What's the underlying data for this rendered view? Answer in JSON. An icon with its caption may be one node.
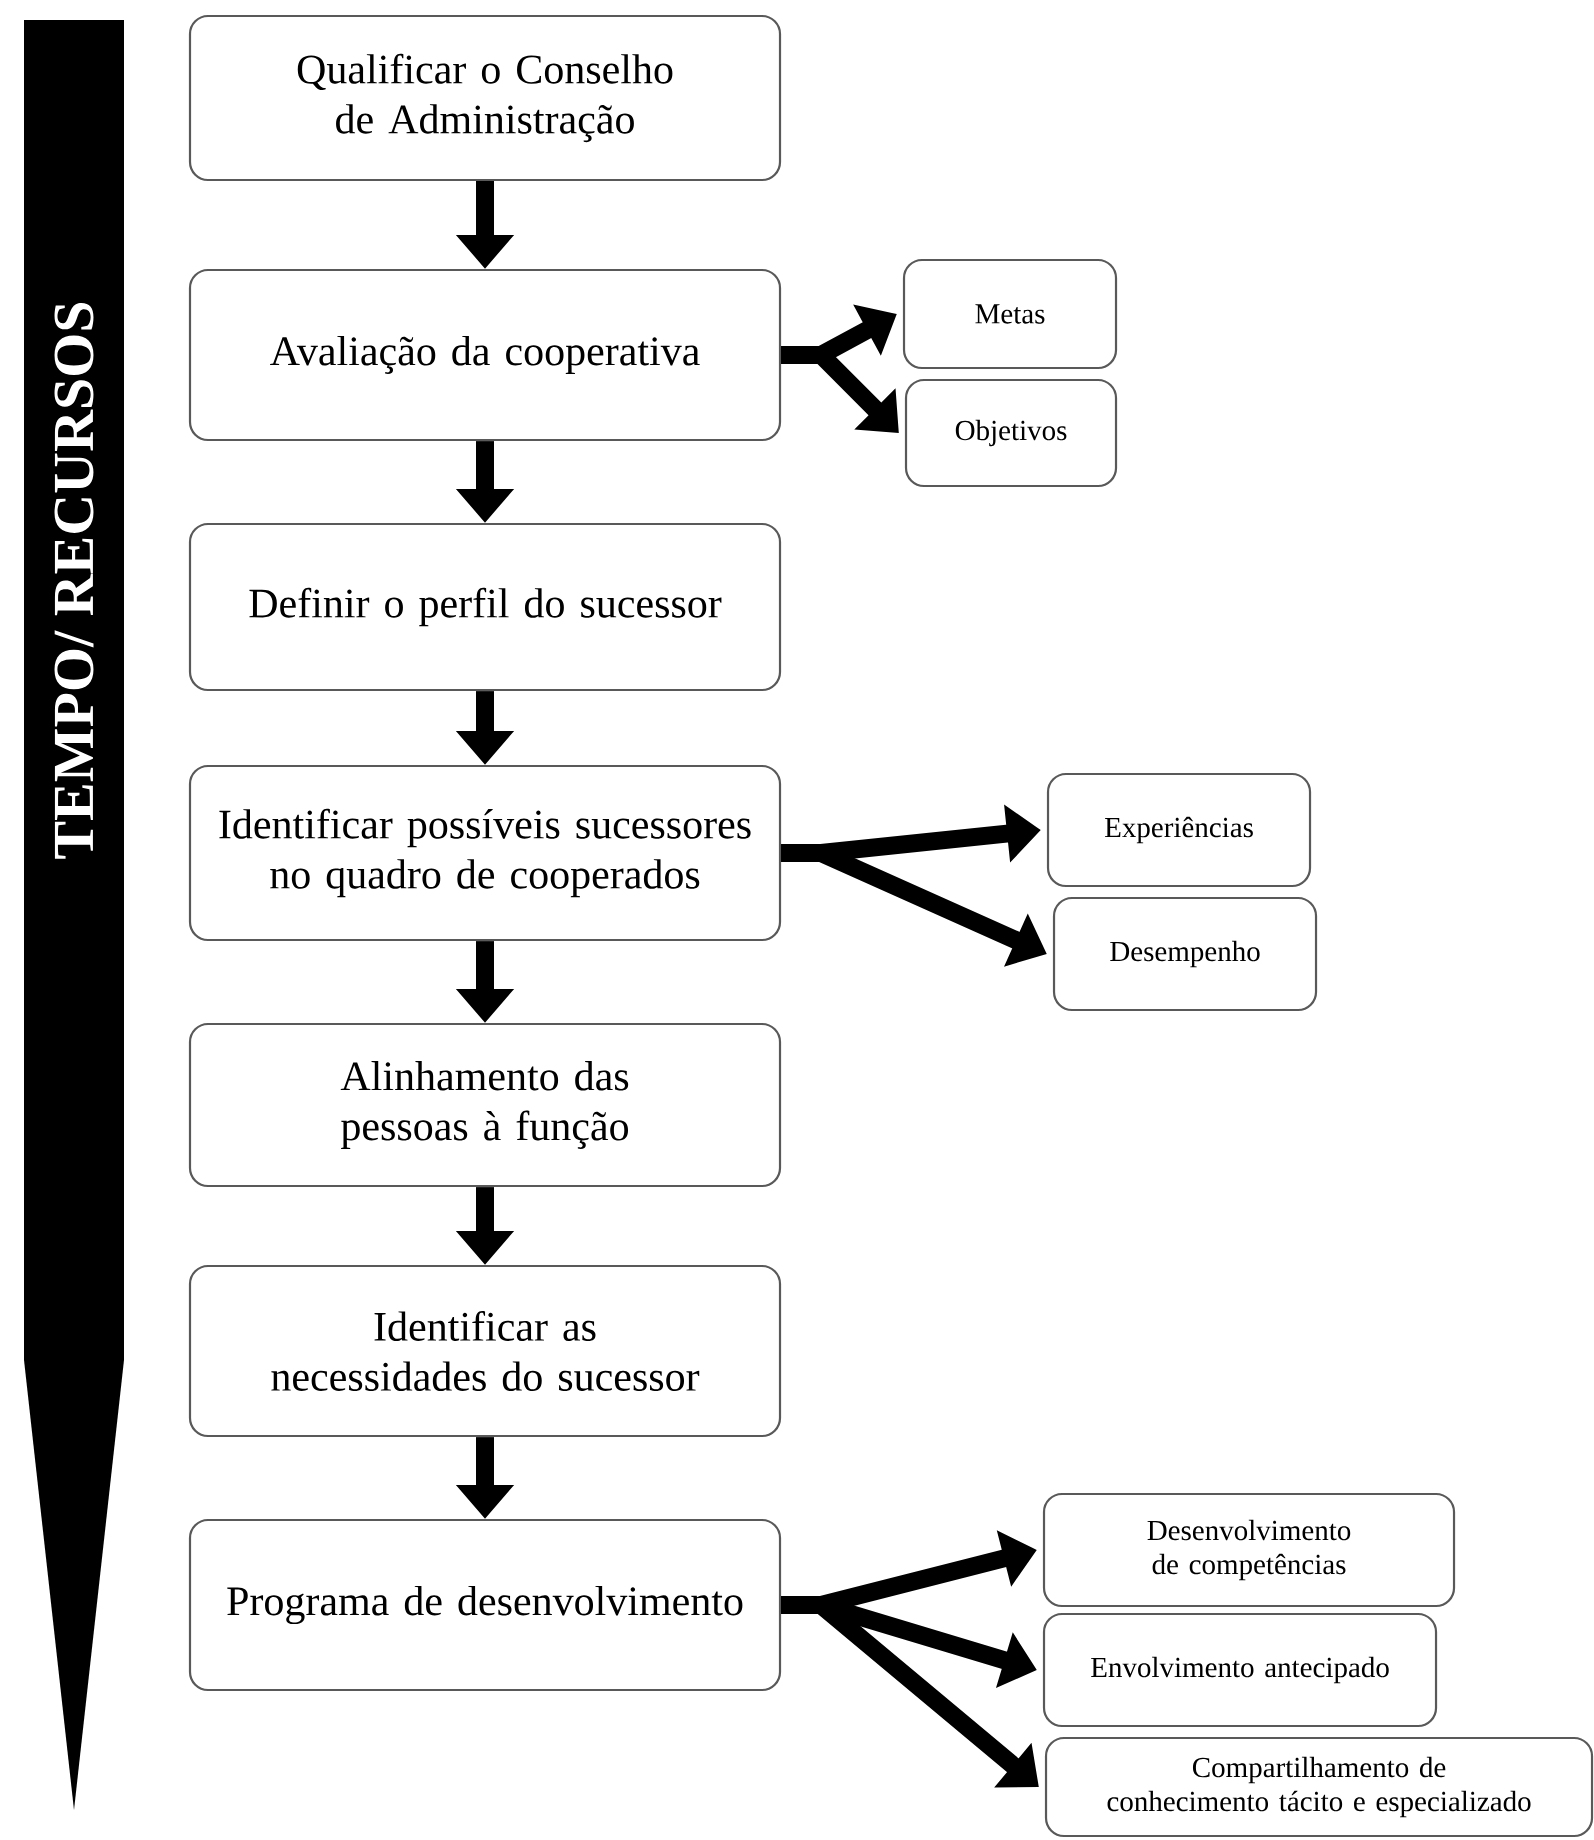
{
  "diagram": {
    "nodes": [
      {
        "text": [
          "TEMPO/ RECURSOS"
        ]
      },
      {
        "text": [
          "Qualificar o Conselho de Administração"
        ]
      },
      {
        "text": [
          "Avaliação da cooperativa"
        ]
      },
      {
        "text": [
          "Metas"
        ]
      },
      {
        "text": [
          "Objetivos"
        ]
      },
      {
        "text": [
          "Definir o perfil do sucessor"
        ]
      },
      {
        "text": [
          "Identificar possíveis sucessores no quadro de cooperados"
        ]
      },
      {
        "text": [
          "Experiências"
        ]
      },
      {
        "text": [
          "Desempenho"
        ]
      },
      {
        "text": [
          "Alinhamento das pessoas à função"
        ]
      },
      {
        "text": [
          "Identificar as necessidades do sucessor"
        ]
      },
      {
        "text": [
          "Programa de desenvolvimento"
        ]
      },
      {
        "text": [
          "Desenvolvimento de competências"
        ]
      },
      {
        "text": [
          "Envolvimento antecipado"
        ]
      },
      {
        "text": [
          "Compartilhamento de conhecimento tácito e especializado"
        ]
      }
    ],
    "edges": [
      {
        "from": 1,
        "to": 2,
        "arrow": "to"
      },
      {
        "from": 2,
        "to": 3,
        "arrow": "to"
      },
      {
        "from": 2,
        "to": 4,
        "arrow": "to"
      },
      {
        "from": 2,
        "to": 5,
        "arrow": "to"
      },
      {
        "from": 5,
        "to": 6,
        "arrow": "to"
      },
      {
        "from": 6,
        "to": 7,
        "arrow": "to"
      },
      {
        "from": 6,
        "to": 8,
        "arrow": "to"
      },
      {
        "from": 6,
        "to": 9,
        "arrow": "to"
      },
      {
        "from": 9,
        "to": 10,
        "arrow": "to"
      },
      {
        "from": 10,
        "to": 11,
        "arrow": "to"
      },
      {
        "from": 11,
        "to": 12,
        "arrow": "to"
      },
      {
        "from": 11,
        "to": 13,
        "arrow": "to"
      },
      {
        "from": 11,
        "to": 14,
        "arrow": "to"
      }
    ]
  }
}
